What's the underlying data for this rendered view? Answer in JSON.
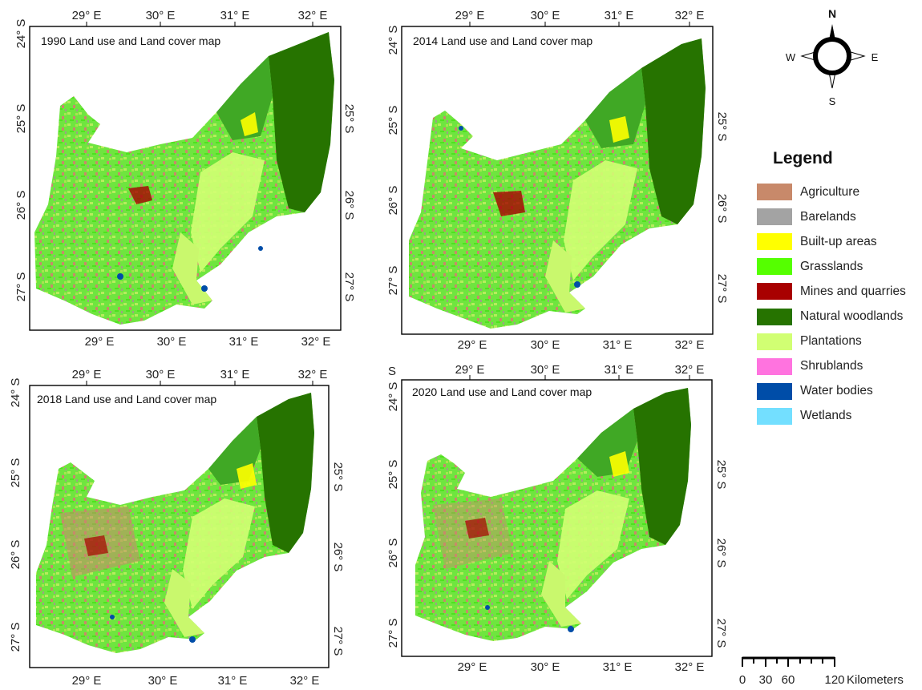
{
  "panels": [
    {
      "title": "1990 Land use and Land cover map",
      "lon_ticks_top": [
        "29° E",
        "30° E",
        "31° E",
        "32° E"
      ],
      "lon_ticks_bottom": [
        "29° E",
        "30° E",
        "31° E",
        "32° E"
      ],
      "lat_ticks_left": [
        "24° S",
        "25° S",
        "26° S",
        "27° S"
      ],
      "lat_ticks_right": [
        "25° S",
        "26° S",
        "27° S"
      ]
    },
    {
      "title": "2014 Land use and Land cover map",
      "lon_ticks_top": [
        "29° E",
        "30° E",
        "31° E",
        "32° E"
      ],
      "lon_ticks_bottom": [
        "29° E",
        "30° E",
        "31° E",
        "32° E"
      ],
      "lat_ticks_left": [
        "24° S",
        "25° S",
        "26° S",
        "27° S"
      ],
      "lat_ticks_right": [
        "25° S",
        "26° S",
        "27° S"
      ]
    },
    {
      "title": "2018 Land use and Land cover map",
      "lon_ticks_top": [
        "29° E",
        "30° E",
        "31° E",
        "32° E"
      ],
      "lon_ticks_bottom": [
        "29° E",
        "30° E",
        "31° E",
        "32° E"
      ],
      "lat_ticks_left": [
        "24° S",
        "25° S",
        "26° S",
        "27° S"
      ],
      "lat_ticks_right": [
        "25° S",
        "26° S",
        "27° S"
      ]
    },
    {
      "title": "2020 Land use and Land cover map",
      "lon_ticks_top": [
        "S",
        "29° E",
        "30° E",
        "31° E",
        "32° E"
      ],
      "lon_ticks_bottom": [
        "29° E",
        "30° E",
        "31° E",
        "32° E"
      ],
      "lat_ticks_left": [
        "24° S",
        "25° S",
        "26° S",
        "27° S"
      ],
      "lat_ticks_right": [
        "25° S",
        "26° S",
        "27° S"
      ]
    }
  ],
  "legend": {
    "title": "Legend",
    "items": [
      {
        "label": "Agriculture",
        "color": "#c8896a"
      },
      {
        "label": "Barelands",
        "color": "#a3a3a3"
      },
      {
        "label": "Built-up areas",
        "color": "#ffff00"
      },
      {
        "label": "Grasslands",
        "color": "#55ff00"
      },
      {
        "label": "Mines and quarries",
        "color": "#a80000"
      },
      {
        "label": "Natural woodlands",
        "color": "#267300"
      },
      {
        "label": "Plantations",
        "color": "#d1ff73"
      },
      {
        "label": "Shrublands",
        "color": "#ff73df"
      },
      {
        "label": "Water bodies",
        "color": "#004da8"
      },
      {
        "label": "Wetlands",
        "color": "#73dfff"
      }
    ]
  },
  "compass": {
    "n": "N",
    "s": "S",
    "e": "E",
    "w": "W"
  },
  "scale_bar": {
    "ticks": [
      "0",
      "30",
      "60",
      "120"
    ],
    "unit": "Kilometers"
  }
}
